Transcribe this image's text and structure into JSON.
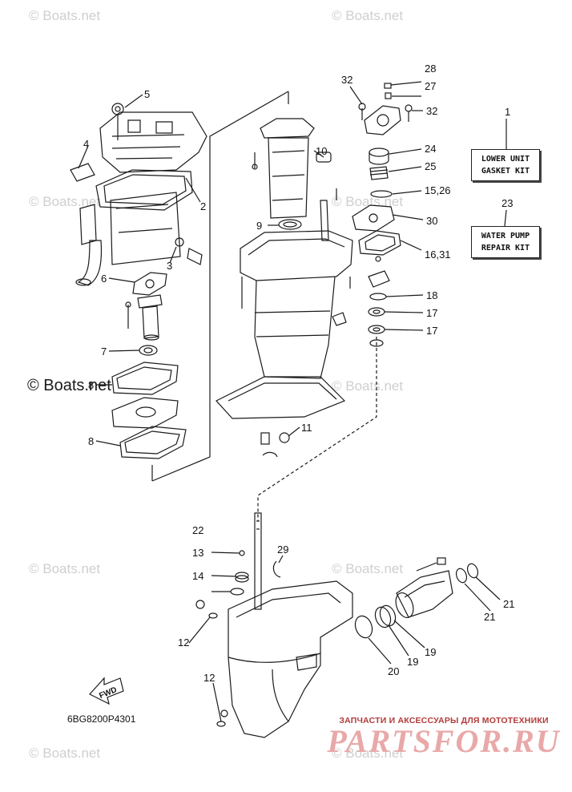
{
  "watermark": "© Boats.net",
  "kits": {
    "lower_unit": {
      "line1": "LOWER UNIT",
      "line2": "GASKET KIT"
    },
    "water_pump": {
      "line1": "WATER PUMP",
      "line2": "REPAIR KIT"
    }
  },
  "diagram_code": "6BG8200P4301",
  "fwd_label": "FWD",
  "brand": {
    "subtitle": "ЗАПЧАСТИ И АКСЕССУАРЫ ДЛЯ МОТОТЕХНИКИ",
    "logo": "PARTSFOR.RU"
  },
  "callouts": {
    "c1": "1",
    "c2": "2",
    "c3": "3",
    "c4": "4",
    "c5": "5",
    "c6": "6",
    "c7": "7",
    "c8": "8",
    "c9": "9",
    "c10": "10",
    "c11": "11",
    "c12a": "12",
    "c12b": "12",
    "c13": "13",
    "c14": "14",
    "c16_31": "16,31",
    "c17a": "17",
    "c17b": "17",
    "c18": "18",
    "c19a": "19",
    "c19b": "19",
    "c20": "20",
    "c21a": "21",
    "c21b": "21",
    "c22": "22",
    "c23": "23",
    "c24": "24",
    "c25": "25",
    "c15_26": "15,26",
    "c27": "27",
    "c28": "28",
    "c29": "29",
    "c30": "30",
    "c32a": "32",
    "c32b": "32"
  },
  "colors": {
    "line": "#1a1a1a",
    "watermark": "#cfcfcf",
    "brand_red": "#b33a3a",
    "brand_logo": "#e9a8a8"
  }
}
